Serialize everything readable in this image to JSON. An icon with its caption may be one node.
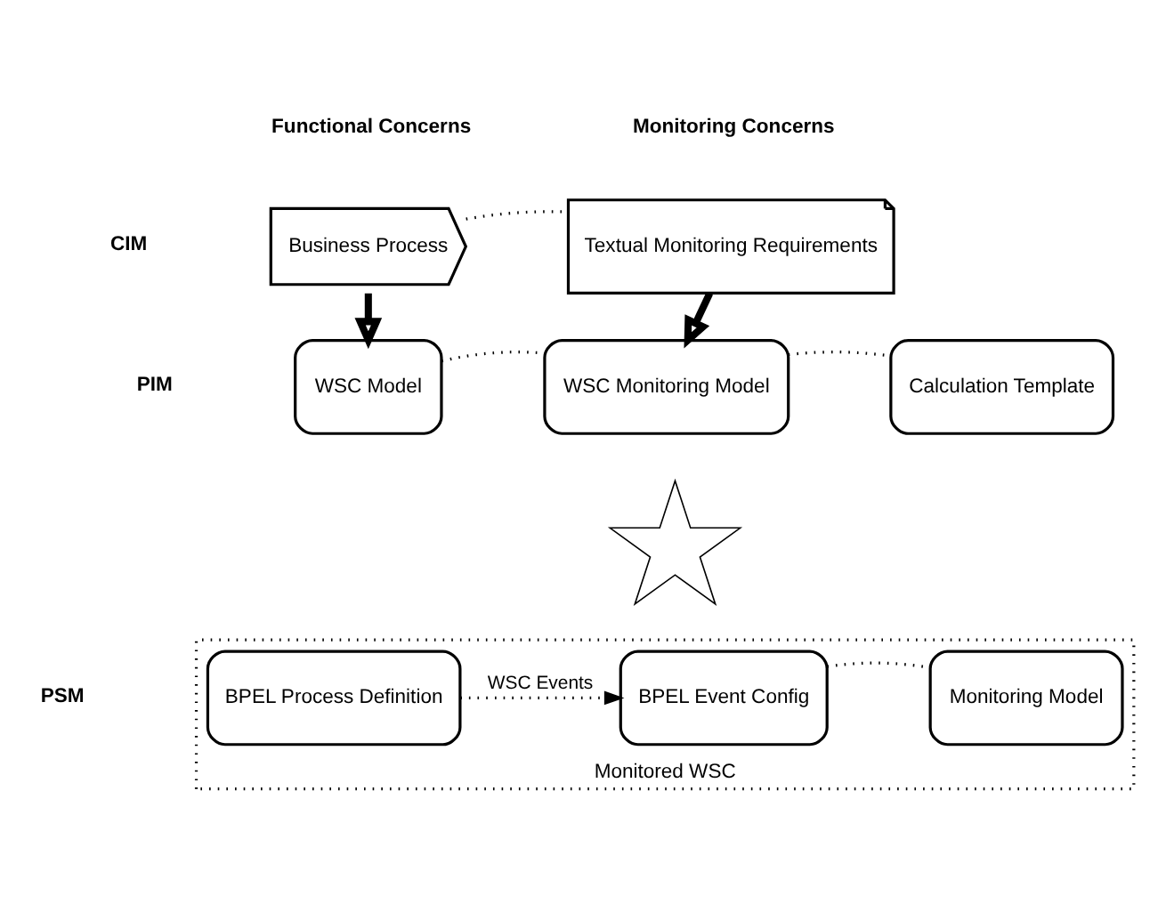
{
  "diagram": {
    "nodes": [
      {
        "text": [
          "Business Process"
        ]
      },
      {
        "text": [
          "Textual Monitoring Requirements"
        ]
      },
      {
        "text": [
          "WSC Model"
        ]
      },
      {
        "text": [
          "WSC Monitoring Model"
        ]
      },
      {
        "text": [
          "Calculation Template"
        ]
      },
      {
        "text": [],
        "shape": "cross"
      },
      {
        "text": [
          "Monitored WSC"
        ]
      },
      {
        "text": [
          "BPEL Process Definition"
        ],
        "in": 6
      },
      {
        "text": [
          "BPEL Event Config"
        ],
        "in": 6
      },
      {
        "text": [
          "Monitoring Model"
        ],
        "in": 6
      }
    ],
    "edges": [
      {
        "from": 0,
        "to": 1,
        "arrow": "none",
        "style": "dashed"
      },
      {
        "from": 0,
        "to": 2,
        "arrow": "to",
        "style": "thick"
      },
      {
        "from": 1,
        "to": 3,
        "arrow": "to",
        "style": "thick"
      },
      {
        "from": 2,
        "to": 3,
        "arrow": "none",
        "style": "dashed"
      },
      {
        "from": 3,
        "to": 4,
        "arrow": "none",
        "style": "dashed"
      },
      {
        "from": 7,
        "to": 8,
        "arrow": "to",
        "label": "WSC Events",
        "style": "dashed"
      },
      {
        "from": 8,
        "to": 9,
        "arrow": "none",
        "style": "dashed"
      }
    ],
    "labels": [
      "Functional Concerns",
      "Monitoring Concerns",
      "CIM",
      "PIM",
      "PSM"
    ]
  }
}
